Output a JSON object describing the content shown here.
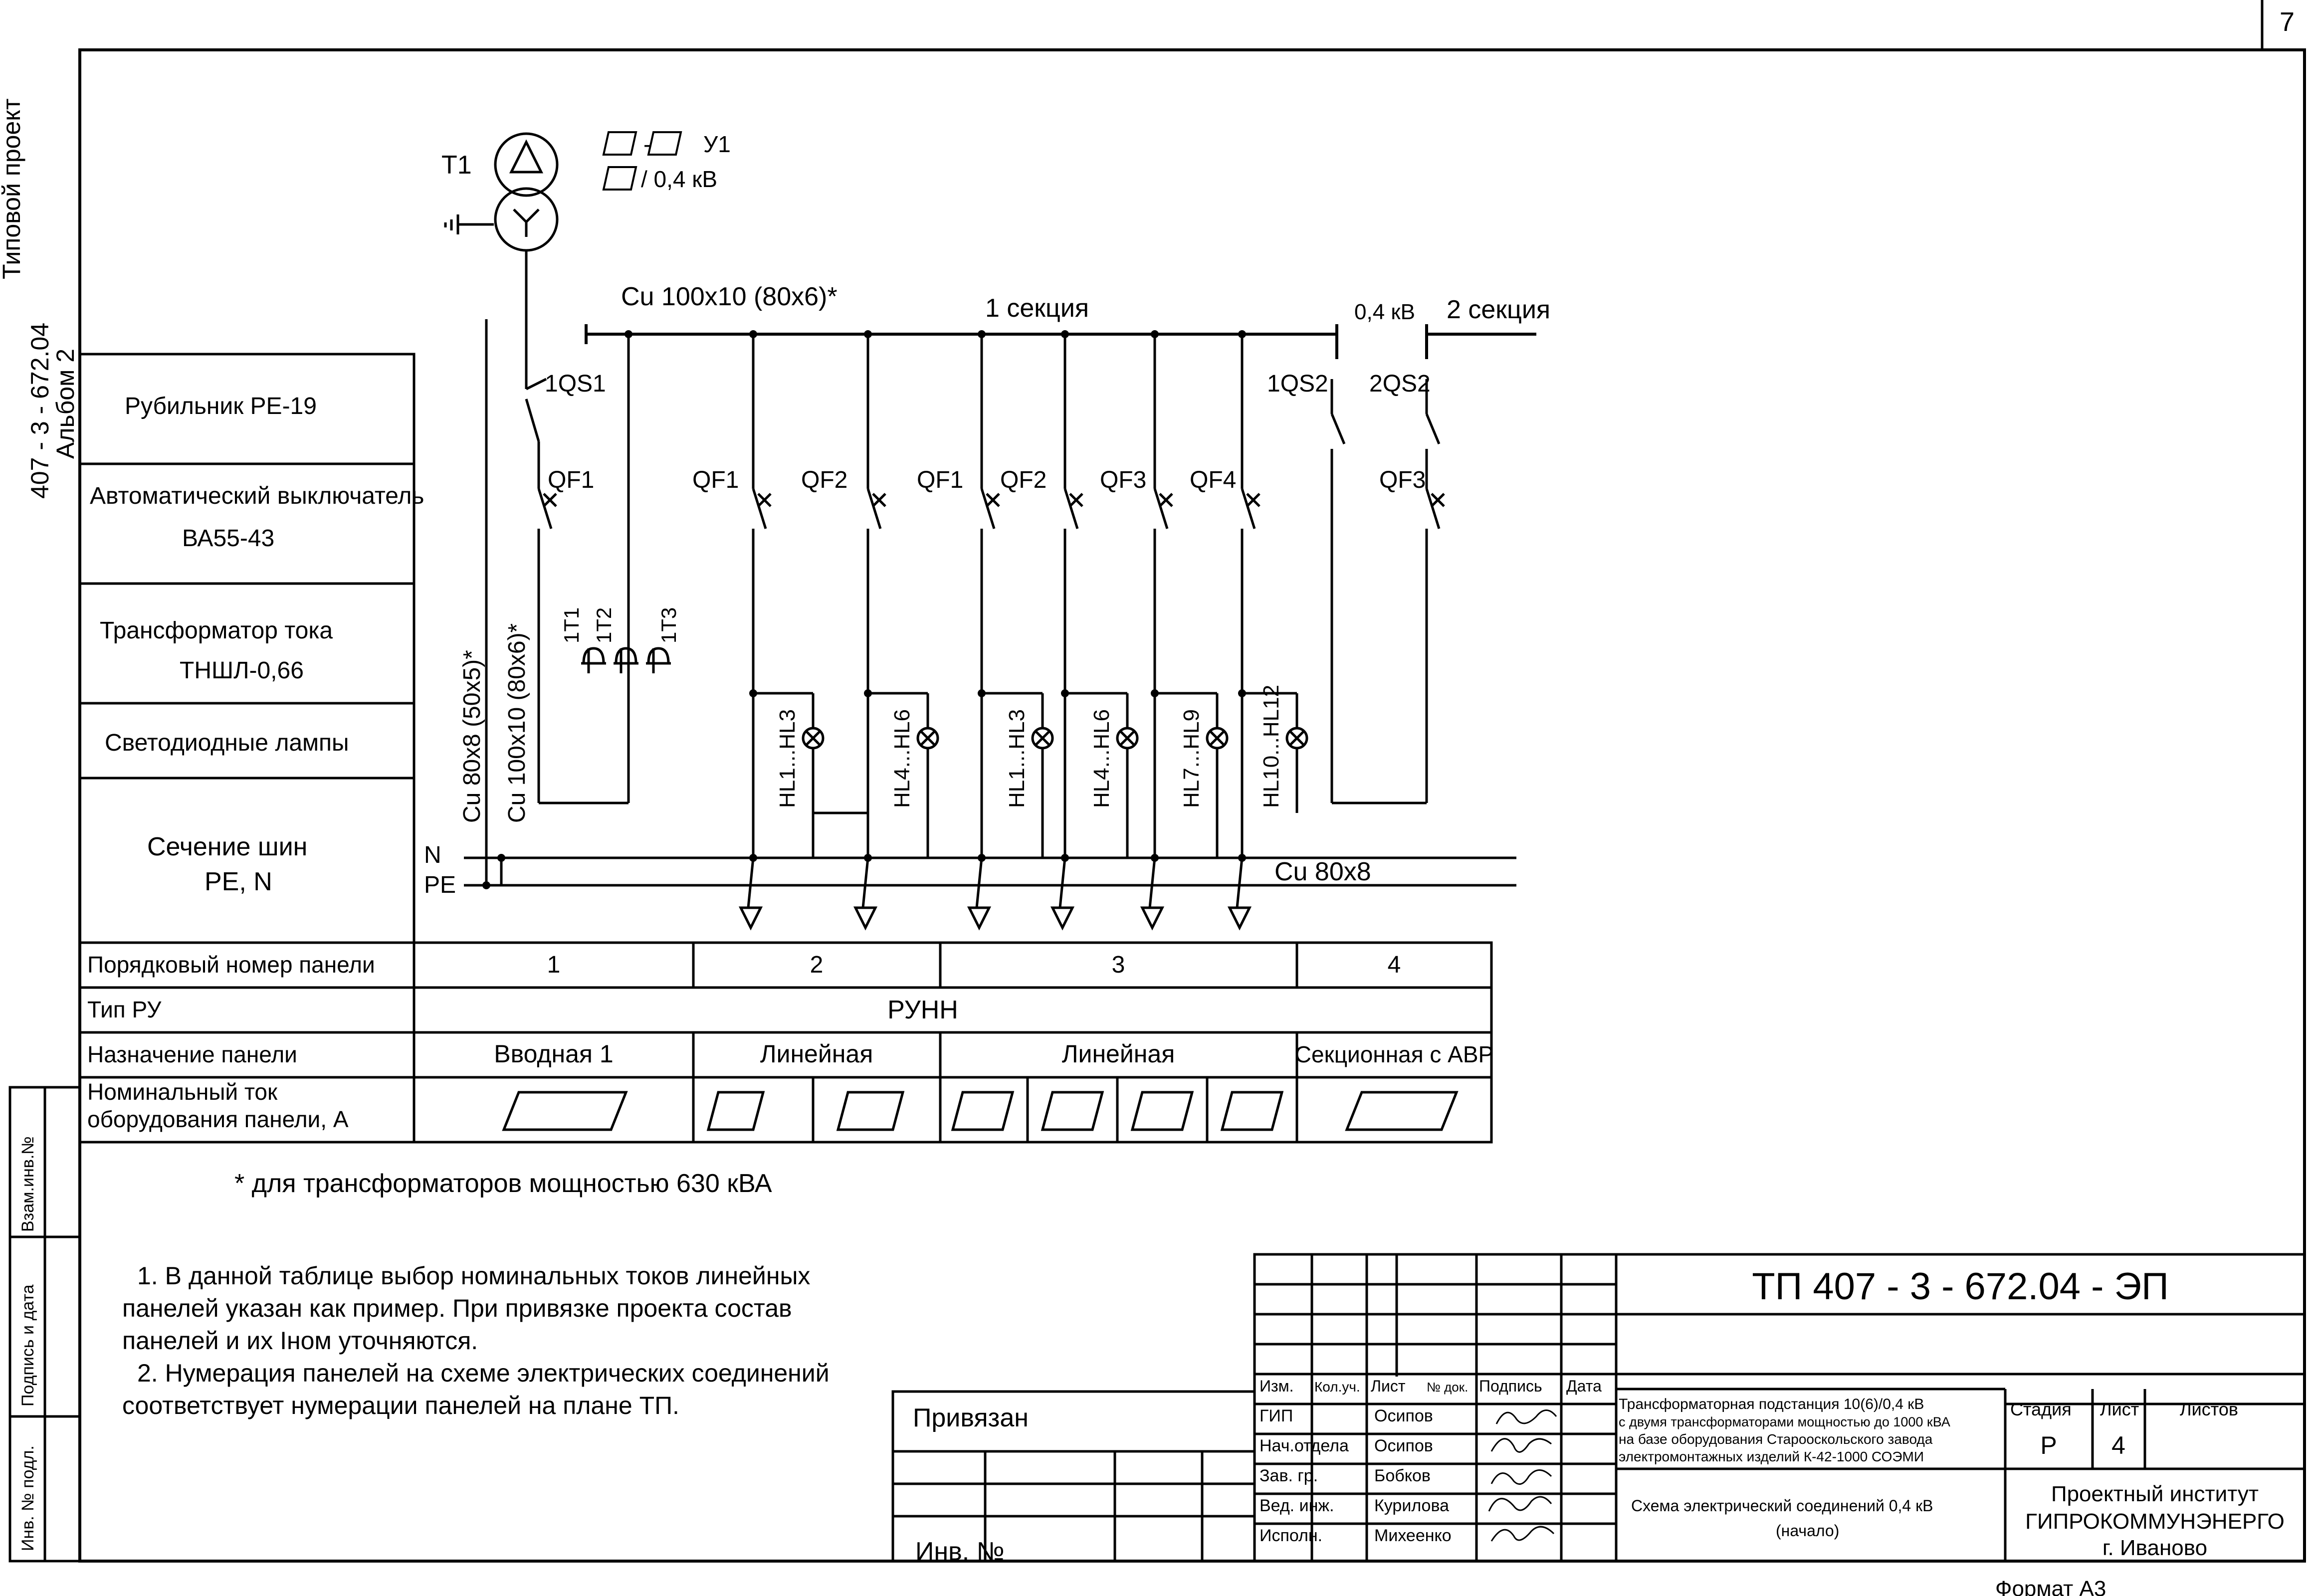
{
  "sheet": {
    "page_corner": "7",
    "format": "Формат А3",
    "spine_lines": [
      "Типовой проект",
      "407 - 3 - 672.04",
      "Альбом 2"
    ],
    "side_stamp": [
      "Взам.инв.№",
      "Подпись и дата",
      "Инв. № подл."
    ]
  },
  "diagram": {
    "transformer": {
      "name": "T1",
      "rating_line1": "□-□ У1",
      "rating_line2": "□ / 0,4 кВ"
    },
    "busbar_spec": "Cu 100x10  (80x6)*",
    "section1": "1 секция",
    "voltage": "0,4 кВ",
    "section2": "2 секция",
    "disconnectors": [
      "1QS1",
      "1QS2",
      "2QS2"
    ],
    "breakers": [
      "QF1",
      "QF1",
      "QF2",
      "QF1",
      "QF2",
      "QF3",
      "QF4",
      "QF3"
    ],
    "current_transformers": [
      "1T1",
      "1T2",
      "1T3"
    ],
    "vertical_busbars": [
      "Cu 80x8   (50x5)*",
      "Cu 100x10 (80x6)*"
    ],
    "lamps": [
      "HL1...HL3",
      "HL4...HL6",
      "HL1...HL3",
      "HL4...HL6",
      "HL7...HL9",
      "HL10...HL12"
    ],
    "pe_n_labels": [
      "N",
      "PE"
    ],
    "pe_bus": "Cu 80x8"
  },
  "legend_rows": [
    {
      "label": "Рубильник РЕ-19"
    },
    {
      "label": "Автоматический выключатель",
      "sub": "ВА55-43"
    },
    {
      "label": "Трансформатор тока",
      "sub": "ТНШЛ-0,66"
    },
    {
      "label": "Светодиодные лампы"
    },
    {
      "label": "Сечение шин",
      "sub": "PE, N"
    }
  ],
  "table": {
    "row_labels": [
      "Порядковый номер панели",
      "Тип РУ",
      "Назначение панели",
      "Номинальный ток",
      "оборудования панели, А"
    ],
    "panel_numbers": [
      "1",
      "2",
      "3",
      "4"
    ],
    "ru_type": "РУНН",
    "purposes": [
      "Вводная 1",
      "Линейная",
      "Линейная",
      "Секционная с АВР"
    ]
  },
  "notes": {
    "footnote": "* для трансформаторов мощностью 630 кВА",
    "lines": [
      "1. В данной таблице выбор номинальных токов линейных",
      "панелей указан как пример. При привязке проекта состав",
      "панелей и их Iном уточняются.",
      "2. Нумерация панелей на схеме электрических соединений",
      "соответствует нумерации панелей на плане ТП."
    ]
  },
  "title_block": {
    "code": "ТП 407 - 3 - 672.04 - ЭП",
    "privyazan": "Привязан",
    "inv": "Инв. №",
    "headers": [
      "Изм.",
      "Кол.уч.",
      "Лист",
      "№ док.",
      "Подпись",
      "Дата"
    ],
    "roles": [
      "ГИП",
      "Нач.отдела",
      "Зав. гр.",
      "Вед. инж.",
      "Исполн."
    ],
    "names": [
      "Осипов",
      "Осипов",
      "Бобков",
      "Курилова",
      "Михеенко"
    ],
    "description": [
      "Трансформаторная подстанция 10(6)/0,4 кВ",
      "с двумя трансформаторами мощностью до 1000 кВА",
      "на базе оборудования Старооскольского завода",
      "электромонтажных изделий К-42-1000 СОЭМИ"
    ],
    "sheet_title": "Схема  электрический соединений 0,4 кВ",
    "sheet_subtitle": "(начало)",
    "stage_headers": [
      "Стадия",
      "Лист",
      "Листов"
    ],
    "stage": "Р",
    "sheet_no": "4",
    "org": [
      "Проектный институт",
      "ГИПРОКОММУНЭНЕРГО",
      "г. Иваново"
    ]
  }
}
